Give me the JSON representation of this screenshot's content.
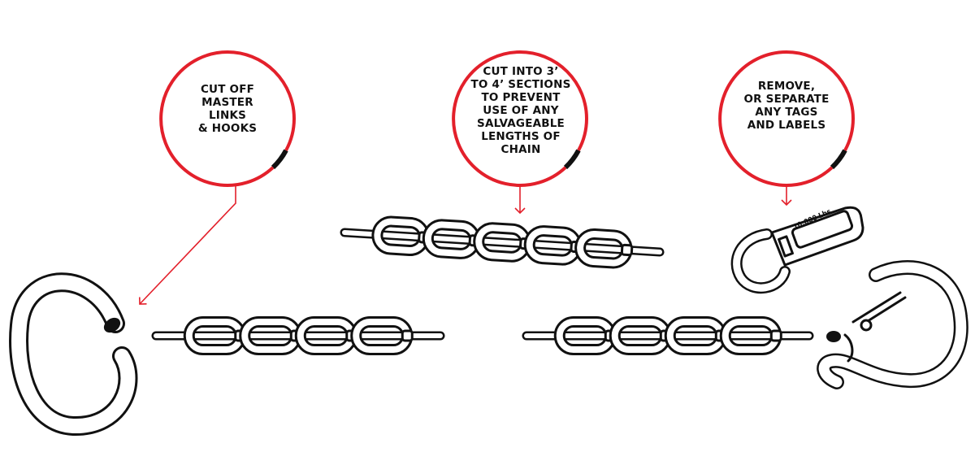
{
  "callouts": [
    {
      "id": "cut-master-links",
      "lines": [
        "CUT OFF",
        "MASTER",
        "LINKS",
        "& HOOKS"
      ]
    },
    {
      "id": "cut-sections",
      "lines": [
        "CUT INTO 3’",
        "TO 4’ SECTIONS",
        "TO PREVENT",
        "USE OF ANY",
        "SALVAGEABLE",
        "LENGTHS OF",
        "CHAIN"
      ]
    },
    {
      "id": "remove-tags",
      "lines": [
        "REMOVE,",
        "OR SEPARATE",
        "ANY TAGS",
        "AND LABELS"
      ]
    }
  ],
  "tag": {
    "label": "10,000 Lbs."
  },
  "colors": {
    "accent": "#e3202b",
    "ink": "#111111",
    "background": "#ffffff"
  }
}
